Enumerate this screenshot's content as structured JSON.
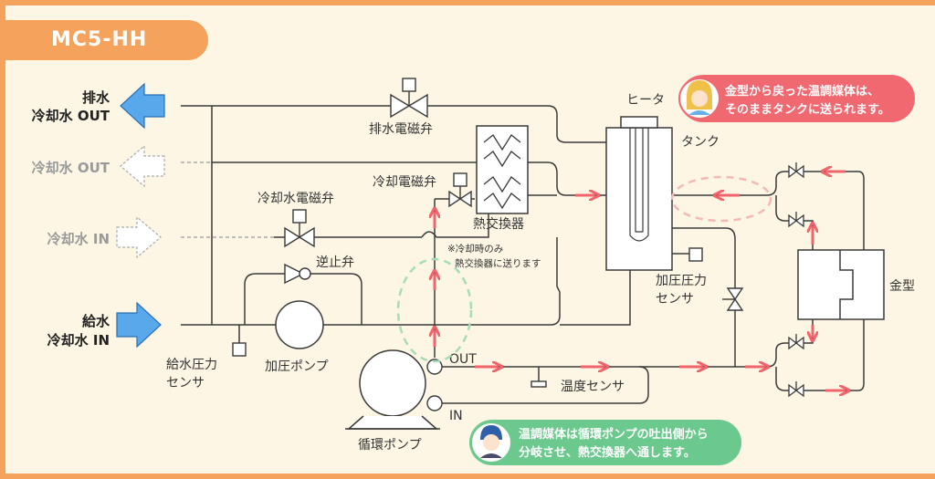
{
  "model": "MC5-HH",
  "labels": {
    "drain_out": [
      "排水",
      "冷却水 OUT"
    ],
    "cool_out": "冷却水 OUT",
    "cool_in": "冷却水 IN",
    "supply_in": [
      "給水",
      "冷却水 IN"
    ],
    "drain_valve": "排水電磁弁",
    "cooling_valve": "冷却電磁弁",
    "cool_water_valve": "冷却水電磁弁",
    "heat_exchanger": "熱交換器",
    "check_valve": "逆止弁",
    "booster_pump": "加圧ポンプ",
    "supply_pressure_sensor": [
      "給水圧力",
      "センサ"
    ],
    "circulation_pump": "循環ポンプ",
    "out": "OUT",
    "in": "IN",
    "temp_sensor": "温度センサ",
    "heater": "ヒータ",
    "tank": "タンク",
    "pressure_sensor": [
      "加圧圧力",
      "センサ"
    ],
    "mold": "金型"
  },
  "note": [
    "※冷却時のみ",
    "熱交換器に送ります"
  ],
  "bubble_top": [
    "金型から戻った温調媒体は、",
    "そのままタンクに送られます。"
  ],
  "bubble_bottom": [
    "温調媒体は循環ポンプの吐出側から",
    "分岐させ、熱交換器へ通します。"
  ],
  "colors": {
    "accent": "#f5a35c",
    "flow": "#f0656c",
    "pipe": "#3a3a3a",
    "arrow_blue": "#5aa8ec",
    "bubble_red": "#f06870",
    "bubble_green": "#6cc98d",
    "dashed_green": "#a8dcb6",
    "dashed_pink": "#f4b8b8"
  }
}
